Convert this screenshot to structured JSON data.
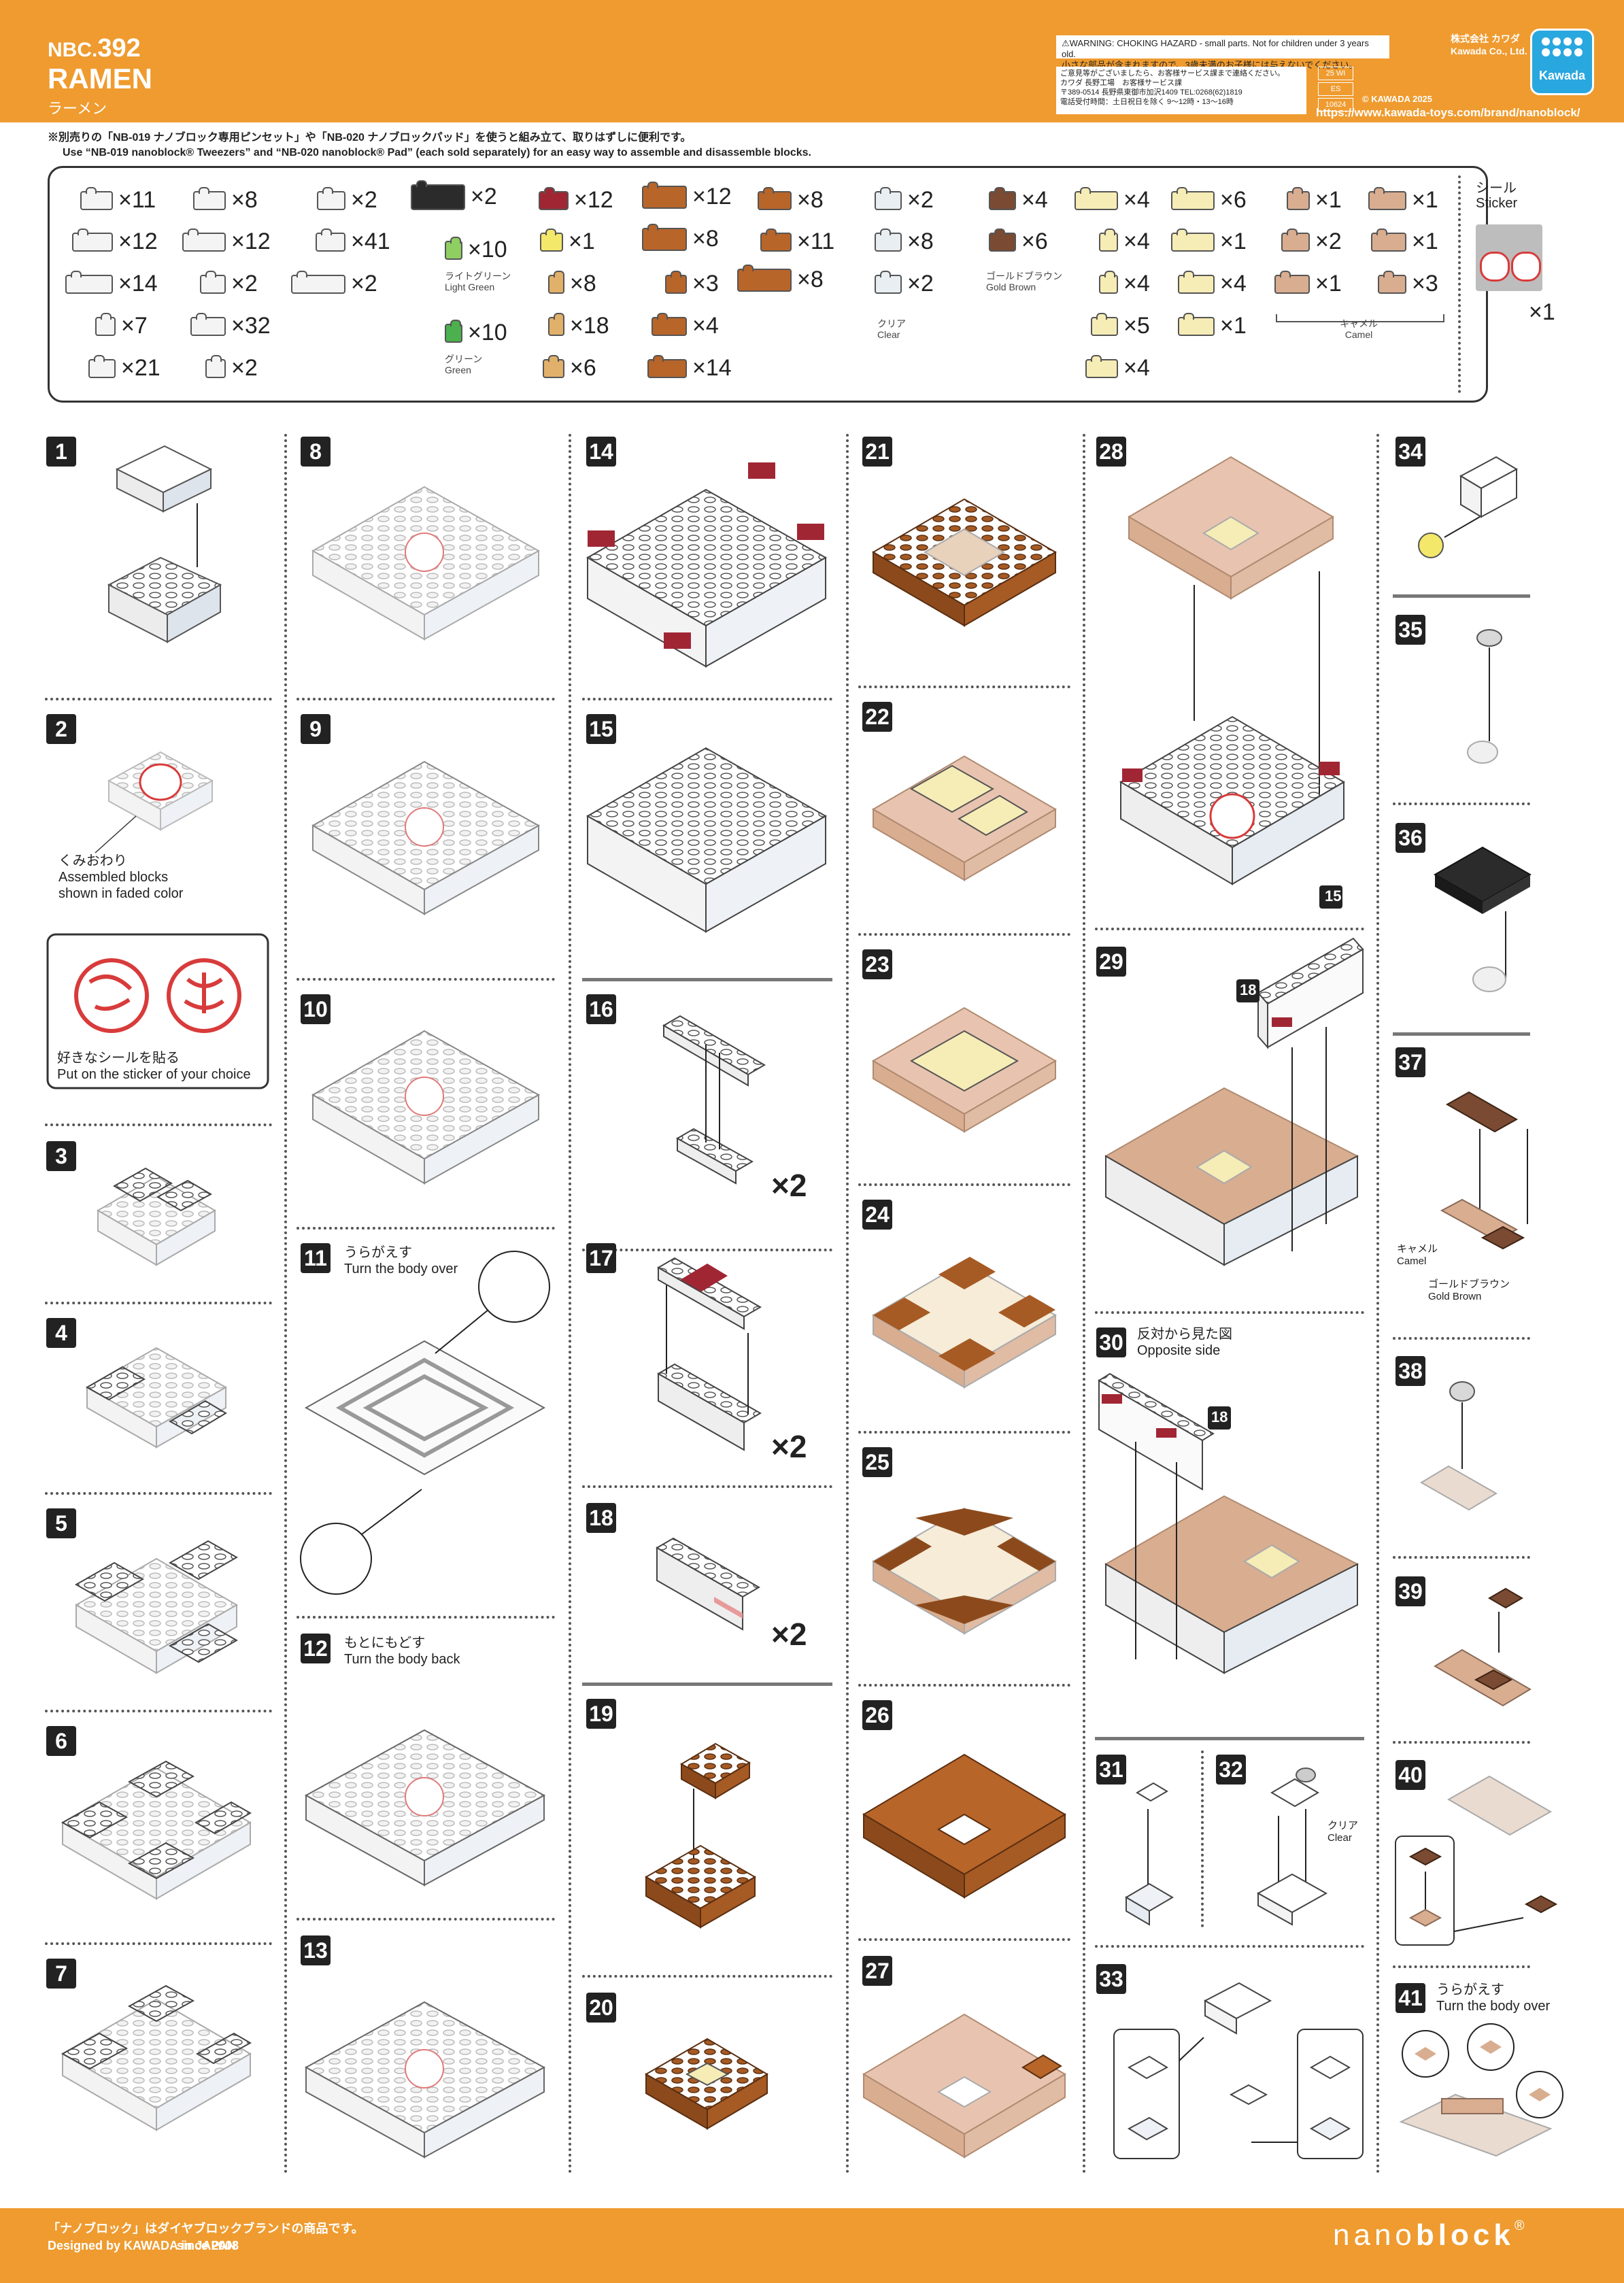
{
  "header": {
    "nbc_prefix": "NBC.",
    "nbc_number": "392",
    "title": "RAMEN",
    "title_ja": "ラーメン",
    "warning_line1": "⚠WARNING: CHOKING HAZARD - small parts. Not for children under 3 years old.",
    "warning_line2": "小さな部品が含まれますので、3歳未満のお子様には与えないでください。",
    "contact_line1": "ご意見等がございましたら、お客様サービス課まで連絡ください。",
    "contact_line2": "カワダ 長野工場　お客様サービス課",
    "contact_line3": "〒389-0514 長野県東御市加沢1409 TEL:0268(62)1819",
    "contact_line4": "電話受付時間：土日祝日を除く 9～12時・13～16時",
    "code1": "25 WI",
    "code2": "ES",
    "code3": "10624",
    "copyright": "© KAWADA 2025",
    "company_ja": "株式会社 カワダ",
    "company_en": "Kawada Co., Ltd.",
    "url": "https://www.kawada-toys.com/brand/nanoblock/",
    "brand_badge": "Kawada"
  },
  "note": {
    "ja": "※別売りの「NB-019 ナノブロック専用ピンセット」や「NB-020 ナノブロックパッド」を使うと組み立て、取りはずしに便利です。",
    "en": "Use “NB-019 nanoblock® Tweezers” and “NB-020 nanoblock® Pad” (each sold separately) for an easy way to assemble and disassemble blocks."
  },
  "parts": {
    "col1": [
      "×11",
      "×12",
      "×14",
      "×7",
      "×21"
    ],
    "col2": [
      "×8",
      "×12",
      "×2",
      "×32",
      "×2"
    ],
    "col3": [
      "×2",
      "×41",
      "×2"
    ],
    "black": "×2",
    "light_green": "×10",
    "light_green_label_ja": "ライトグリーン",
    "light_green_label_en": "Light Green",
    "green": "×10",
    "green_label_ja": "グリーン",
    "green_label_en": "Green",
    "red": "×12",
    "yellow_small": "×1",
    "tan": [
      "×8",
      "×18",
      "×6"
    ],
    "brown1": [
      "×12",
      "×8",
      "×3",
      "×4",
      "×14"
    ],
    "brown2": [
      "×8",
      "×11",
      "×8"
    ],
    "clear": [
      "×2",
      "×8",
      "×2"
    ],
    "clear_label_ja": "クリア",
    "clear_label_en": "Clear",
    "gold_brown": [
      "×4",
      "×6"
    ],
    "gold_brown_label_ja": "ゴールドブラウン",
    "gold_brown_label_en": "Gold Brown",
    "cream1": [
      "×4",
      "×4",
      "×4",
      "×5",
      "×4"
    ],
    "cream2": [
      "×6",
      "×1",
      "×4",
      "×1"
    ],
    "camel1": [
      "×1",
      "×2",
      "×1"
    ],
    "camel2": [
      "×1",
      "×1",
      "×3"
    ],
    "camel_label_ja": "キャメル",
    "camel_label_en": "Camel",
    "sticker_label_ja": "シール",
    "sticker_label_en": "Sticker",
    "sticker_count": "×1"
  },
  "steps": {
    "s1": "1",
    "s2": "2",
    "s3": "3",
    "s4": "4",
    "s5": "5",
    "s6": "6",
    "s7": "7",
    "s8": "8",
    "s9": "9",
    "s10": "10",
    "s11": "11",
    "s12": "12",
    "s13": "13",
    "s14": "14",
    "s15": "15",
    "s16": "16",
    "s17": "17",
    "s18": "18",
    "s19": "19",
    "s20": "20",
    "s21": "21",
    "s22": "22",
    "s23": "23",
    "s24": "24",
    "s25": "25",
    "s26": "26",
    "s27": "27",
    "s28": "28",
    "s29": "29",
    "s30": "30",
    "s31": "31",
    "s32": "32",
    "s33": "33",
    "s34": "34",
    "s35": "35",
    "s36": "36",
    "s37": "37",
    "s38": "38",
    "s39": "39",
    "s40": "40",
    "s41": "41"
  },
  "annotations": {
    "assembled_ja": "くみおわり",
    "assembled_en1": "Assembled blocks",
    "assembled_en2": "shown in faded color",
    "sticker_choice_ja": "好きなシールを貼る",
    "sticker_choice_en": "Put on the sticker of your choice",
    "turn_over_ja": "うらがえす",
    "turn_over_en": "Turn the body over",
    "turn_back_ja": "もとにもどす",
    "turn_back_en": "Turn the body back",
    "opposite_ja": "反対から見た図",
    "opposite_en": "Opposite side",
    "ref15": "15",
    "ref18a": "18",
    "ref18b": "18",
    "x2_16": "×2",
    "x2_17": "×2",
    "x2_18": "×2",
    "clear_ja": "クリア",
    "clear_en": "Clear",
    "camel_ja": "キャメル",
    "camel_en": "Camel",
    "goldbrown_ja": "ゴールドブラウン",
    "goldbrown_en": "Gold Brown",
    "turn_over41_ja": "うらがえす",
    "turn_over41_en": "Turn the body over"
  },
  "footer": {
    "line1": "「ナノブロック」はダイヤブロックブランドの商品です。",
    "designed": "Designed by KAWADA in JAPAN",
    "since": "since 2008",
    "logo_light": "nano",
    "logo_bold": "block",
    "logo_reg": "®"
  }
}
